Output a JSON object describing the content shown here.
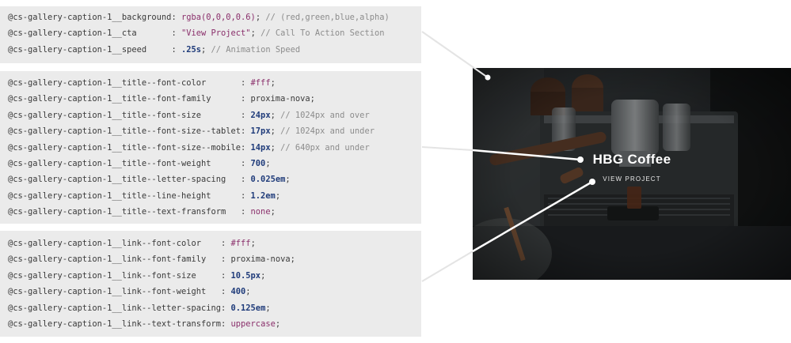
{
  "code_blocks": [
    {
      "lines": [
        {
          "key": "@cs-gallery-caption-1__background:",
          "pad": " ",
          "value": "rgba(0,0,0,0.6)",
          "vtype": "fn",
          "tail": "; ",
          "comment": "// (red,green,blue,alpha)"
        },
        {
          "key": "@cs-gallery-caption-1__cta",
          "pad": "       : ",
          "value": "\"View Project\"",
          "vtype": "str",
          "tail": "; ",
          "comment": "// Call To Action Section"
        },
        {
          "key": "@cs-gallery-caption-1__speed",
          "pad": "     : ",
          "value": ".25s",
          "vtype": "num",
          "tail": "; ",
          "comment": "// Animation Speed"
        }
      ]
    },
    {
      "lines": [
        {
          "key": "@cs-gallery-caption-1__title--font-color",
          "pad": "       : ",
          "value": "#fff",
          "vtype": "str",
          "tail": ";",
          "comment": ""
        },
        {
          "key": "@cs-gallery-caption-1__title--font-family",
          "pad": "      : ",
          "value": "proxima-nova",
          "vtype": "plain",
          "tail": ";",
          "comment": ""
        },
        {
          "key": "@cs-gallery-caption-1__title--font-size",
          "pad": "        : ",
          "value": "24px",
          "vtype": "num",
          "tail": "; ",
          "comment": "// 1024px and over"
        },
        {
          "key": "@cs-gallery-caption-1__title--font-size--tablet:",
          "pad": " ",
          "value": "17px",
          "vtype": "num",
          "tail": "; ",
          "comment": "// 1024px and under"
        },
        {
          "key": "@cs-gallery-caption-1__title--font-size--mobile:",
          "pad": " ",
          "value": "14px",
          "vtype": "num",
          "tail": "; ",
          "comment": "// 640px and under"
        },
        {
          "key": "@cs-gallery-caption-1__title--font-weight",
          "pad": "      : ",
          "value": "700",
          "vtype": "num",
          "tail": ";",
          "comment": ""
        },
        {
          "key": "@cs-gallery-caption-1__title--letter-spacing",
          "pad": "   : ",
          "value": "0.025em",
          "vtype": "num",
          "tail": ";",
          "comment": ""
        },
        {
          "key": "@cs-gallery-caption-1__title--line-height",
          "pad": "      : ",
          "value": "1.2em",
          "vtype": "num",
          "tail": ";",
          "comment": ""
        },
        {
          "key": "@cs-gallery-caption-1__title--text-fransform",
          "pad": "   : ",
          "value": "none",
          "vtype": "str",
          "tail": ";",
          "comment": ""
        }
      ]
    },
    {
      "lines": [
        {
          "key": "@cs-gallery-caption-1__link--font-color",
          "pad": "    : ",
          "value": "#fff",
          "vtype": "str",
          "tail": ";",
          "comment": ""
        },
        {
          "key": "@cs-gallery-caption-1__link--font-family",
          "pad": "   : ",
          "value": "proxima-nova",
          "vtype": "plain",
          "tail": ";",
          "comment": ""
        },
        {
          "key": "@cs-gallery-caption-1__link--font-size",
          "pad": "     : ",
          "value": "10.5px",
          "vtype": "num",
          "tail": ";",
          "comment": ""
        },
        {
          "key": "@cs-gallery-caption-1__link--font-weight",
          "pad": "   : ",
          "value": "400",
          "vtype": "num",
          "tail": ";",
          "comment": ""
        },
        {
          "key": "@cs-gallery-caption-1__link--letter-spacing:",
          "pad": " ",
          "value": "0.125em",
          "vtype": "num",
          "tail": ";",
          "comment": ""
        },
        {
          "key": "@cs-gallery-caption-1__link--text-transform:",
          "pad": " ",
          "value": "uppercase",
          "vtype": "str",
          "tail": ";",
          "comment": ""
        }
      ]
    }
  ],
  "preview": {
    "title": "HBG Coffee",
    "link": "VIEW PROJECT"
  },
  "colors": {
    "code_bg": "#ebebeb",
    "value_num": "#1f3b7a",
    "value_str": "#8a2f6b",
    "comment": "#8c8c8c",
    "connector_line": "#e4e4e4",
    "connector_dark": "#ffffff"
  }
}
